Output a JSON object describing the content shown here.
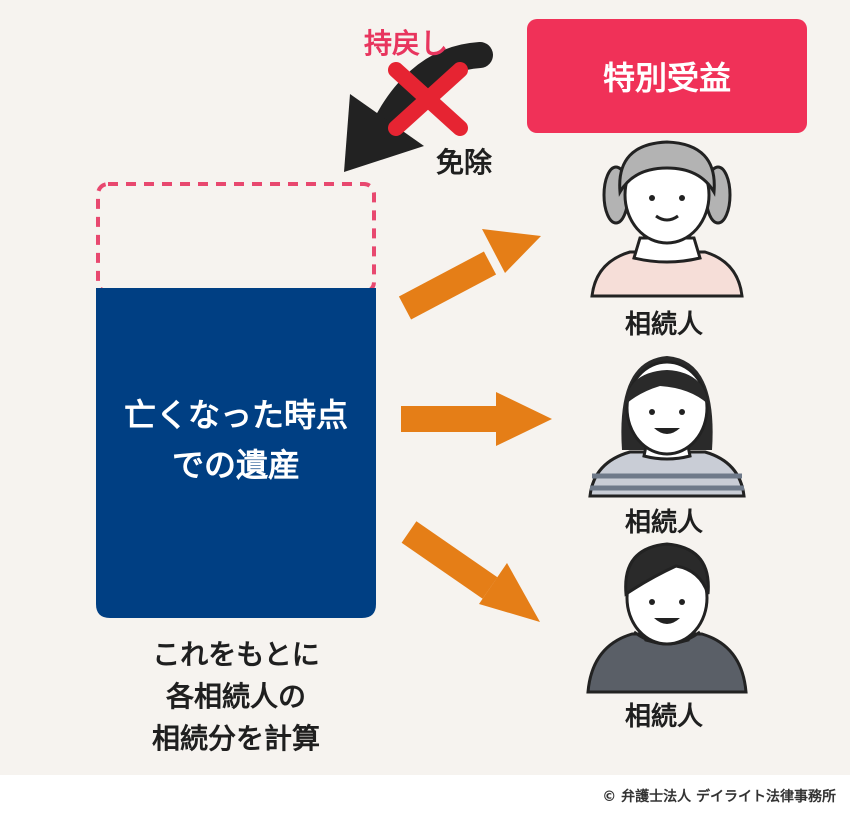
{
  "diagram": {
    "return_label": "持戻し",
    "exempt_label": "免除",
    "special_benefit_label": "特別受益",
    "estate": {
      "line1": "亡くなった時点",
      "line2": "での遺産"
    },
    "calculation_note": {
      "line1": "これをもとに",
      "line2": "各相続人の",
      "line3": "相続分を計算"
    },
    "heirs": [
      {
        "label": "相続人"
      },
      {
        "label": "相続人"
      },
      {
        "label": "相続人"
      }
    ]
  },
  "copyright": "© 弁護士法人 デイライト法律事務所",
  "colors": {
    "background": "#f6f3ef",
    "accent_red": "#f03158",
    "estate_blue": "#003f83",
    "arrow_orange": "#e57e17",
    "dashed_pink": "#e8486f",
    "text_dark": "#1f1f1f"
  }
}
